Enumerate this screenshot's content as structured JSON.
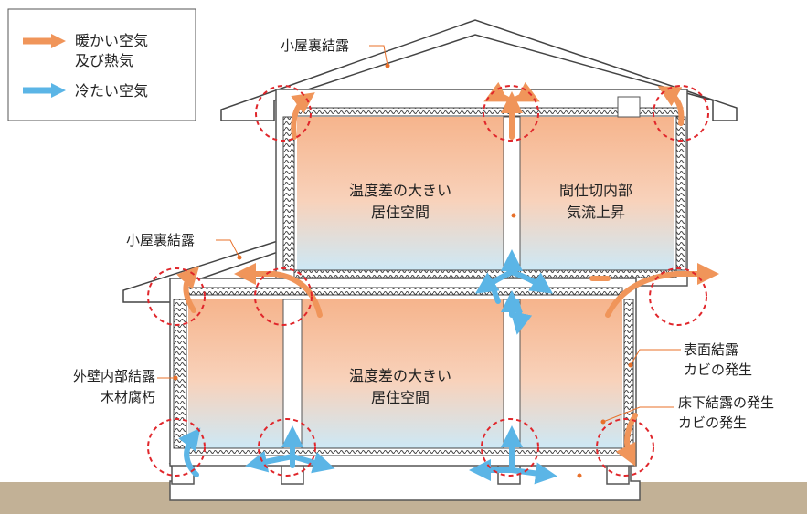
{
  "legend": {
    "warm_label_line1": "暖かい空気",
    "warm_label_line2": "及び熱気",
    "cold_label": "冷たい空気"
  },
  "labels": {
    "attic_condensation_top": "小屋裏結露",
    "attic_condensation_mid": "小屋裏結露",
    "room_upper_line1": "温度差の大きい",
    "room_upper_line2": "居住空間",
    "room_lower_line1": "温度差の大きい",
    "room_lower_line2": "居住空間",
    "partition_line1": "間仕切内部",
    "partition_line2": "気流上昇",
    "wall_internal_line1": "外壁内部結露",
    "wall_internal_line2": "木材腐朽",
    "surface_line1": "表面結露",
    "surface_line2": "カビの発生",
    "underfloor_line1": "床下結露の発生",
    "underfloor_line2": "カビの発生"
  },
  "colors": {
    "warm_arrow": "#f0955a",
    "cold_arrow": "#5bb5e6",
    "room_warm": "#f6b48c",
    "room_cold": "#cde8f5",
    "ground": "#c2b196",
    "circle": "#e0262b",
    "leader": "#e8702a"
  }
}
